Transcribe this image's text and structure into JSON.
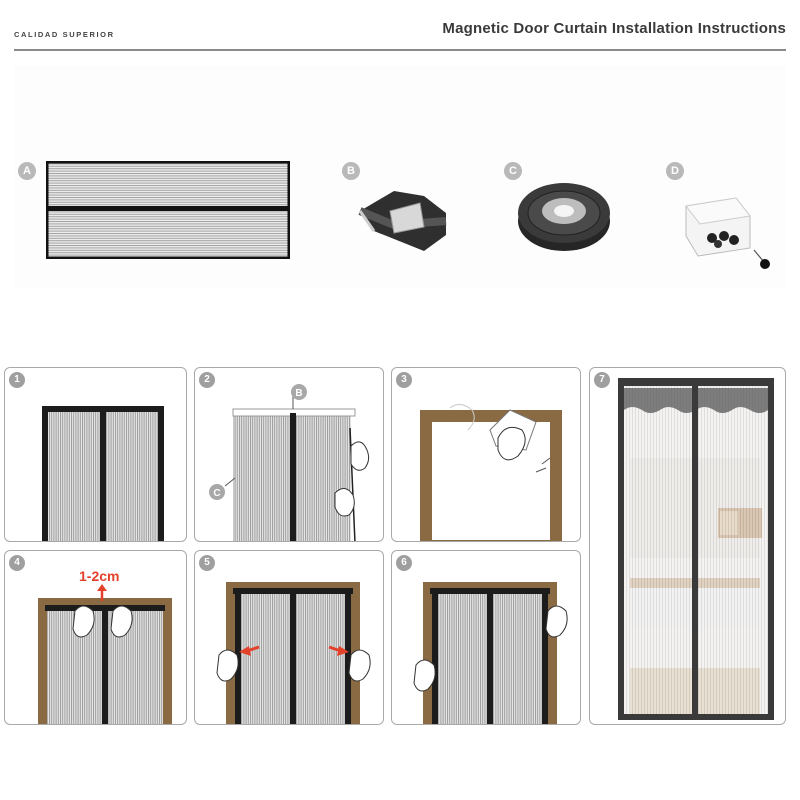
{
  "header": {
    "brand": "CALIDAD SUPERIOR",
    "title": "Magnetic Door Curtain Installation Instructions"
  },
  "parts": [
    {
      "label": "A",
      "item": "magnetic mesh curtain"
    },
    {
      "label": "B",
      "item": "adhesive hook-and-loop tape"
    },
    {
      "label": "C",
      "item": "hook-and-loop tape roll"
    },
    {
      "label": "D",
      "item": "box of push pins"
    }
  ],
  "steps": [
    {
      "number": "1",
      "callouts": []
    },
    {
      "number": "2",
      "callouts": [
        "B",
        "C"
      ]
    },
    {
      "number": "3",
      "callouts": []
    },
    {
      "number": "4",
      "callouts": [
        "1-2cm"
      ]
    },
    {
      "number": "5",
      "callouts": []
    },
    {
      "number": "6",
      "callouts": []
    },
    {
      "number": "7",
      "callouts": []
    }
  ],
  "colors": {
    "frame": "#8a6a43",
    "curtain": "#1c1c1c",
    "mesh": "#dcdcdc",
    "arrow": "#e4412b",
    "badge": "#a0a0a0"
  }
}
